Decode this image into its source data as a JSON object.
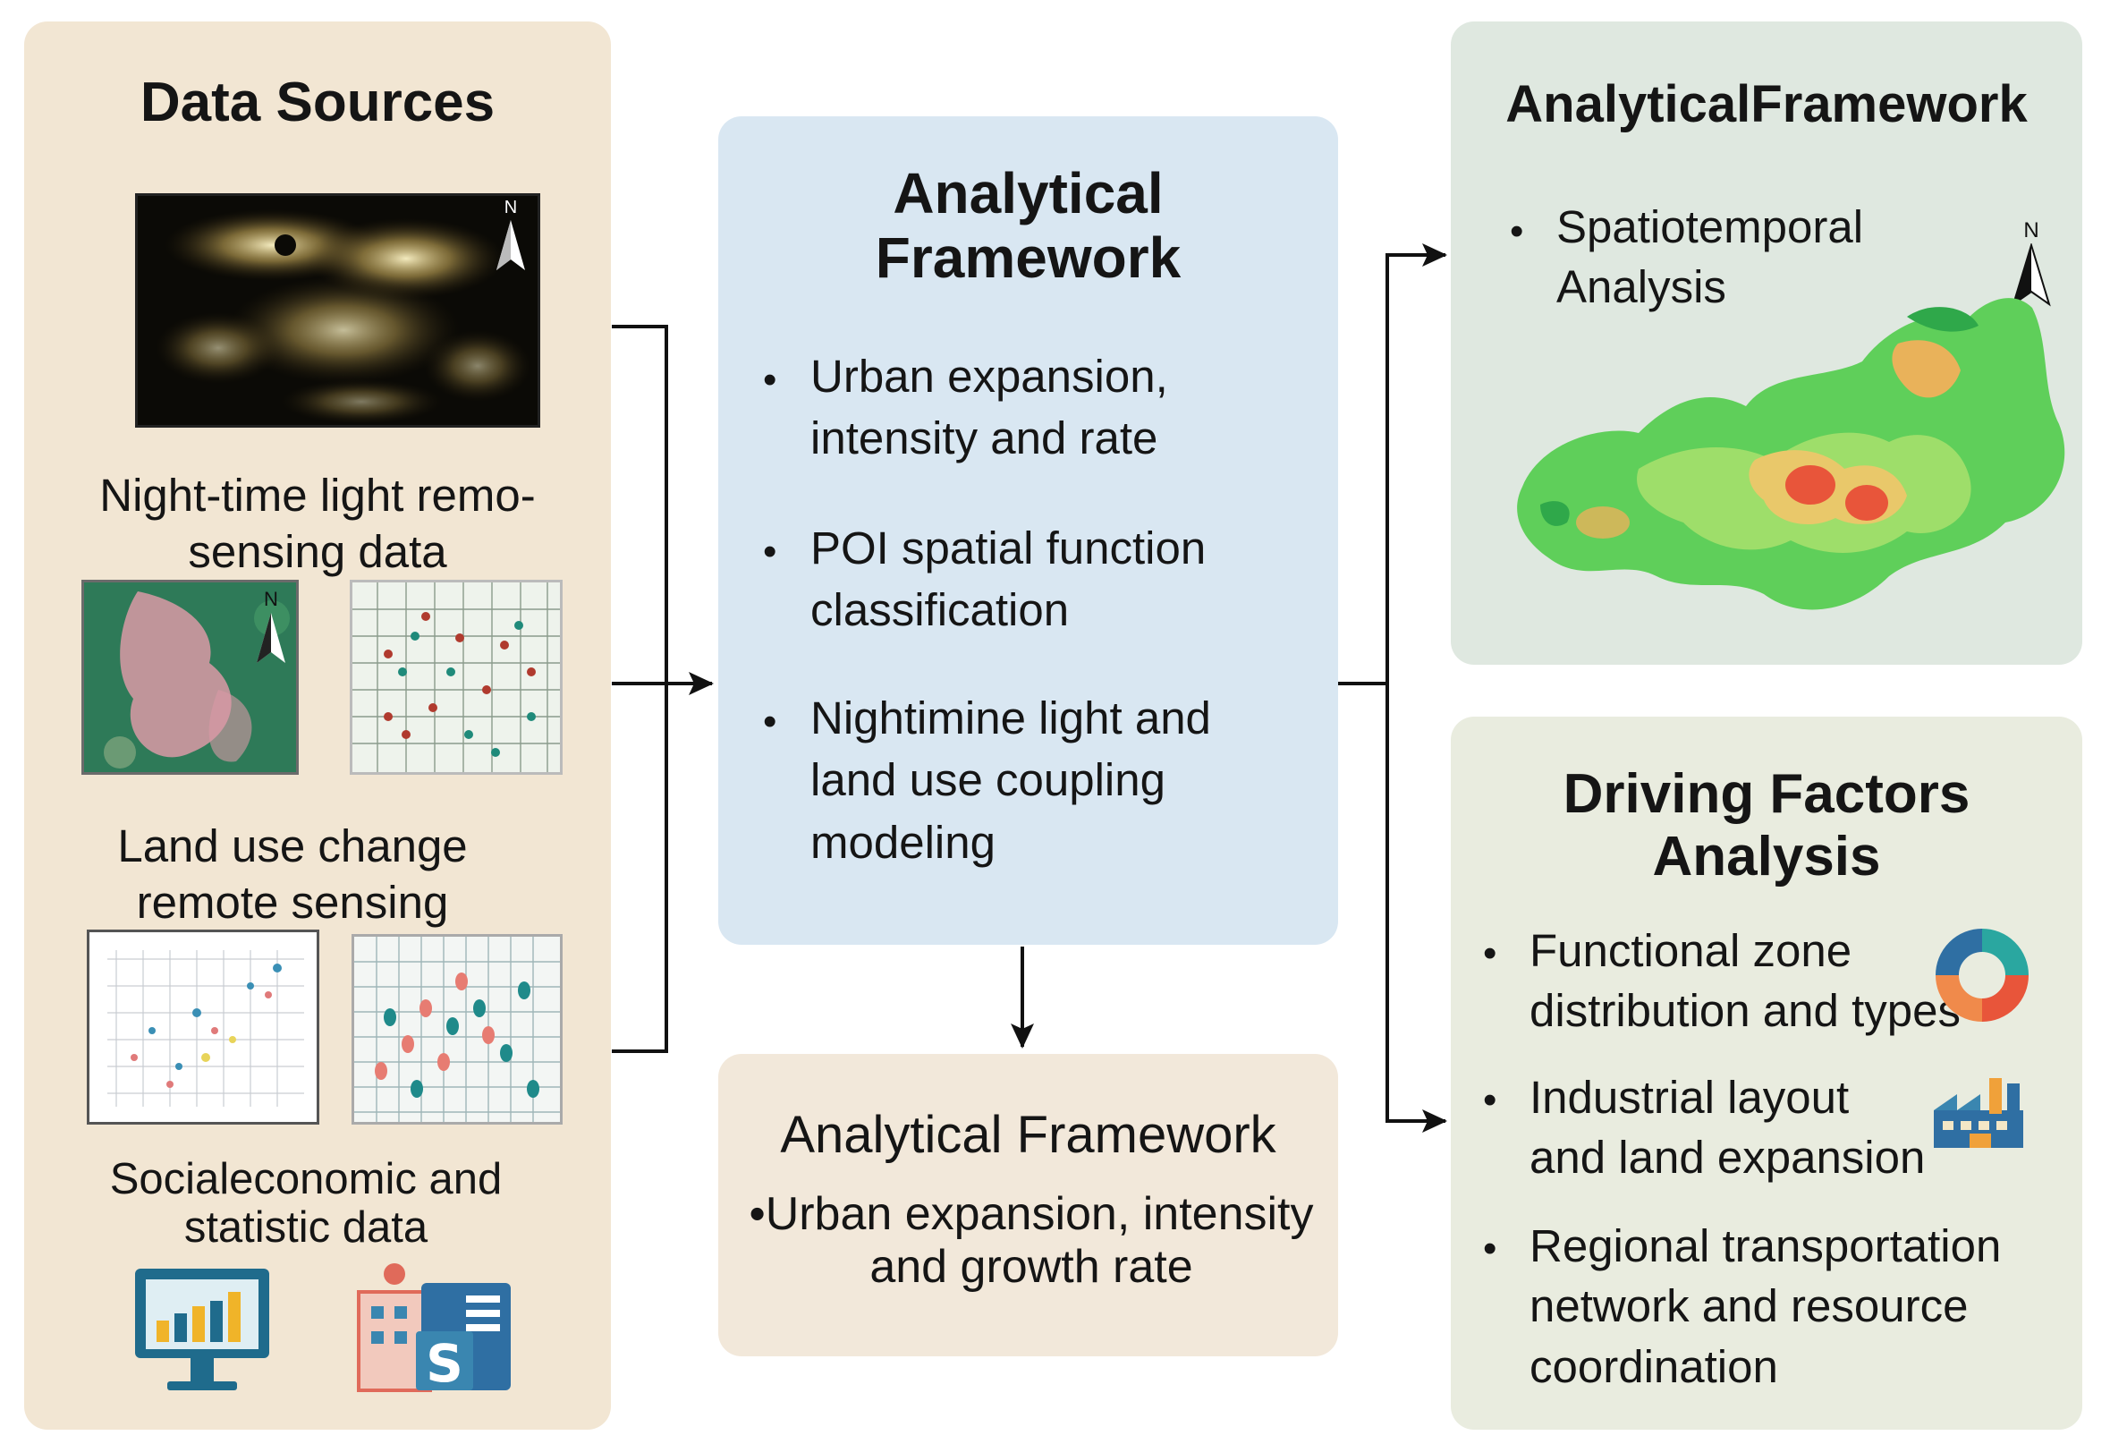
{
  "data_sources": {
    "title": "Data Sources",
    "captions": {
      "night_light": "Night-time light remo-\nsensing data",
      "land_use": "Land use change\nremote sensing",
      "socio": "Socialeconomic and\nstatistic data"
    },
    "north_label": "N"
  },
  "center_framework": {
    "title": "Analytical\nFramework",
    "items": [
      "Urban expansion,\nintensity and rate",
      "POI spatial function\nclassification",
      "Nightimine light and\nland use coupling\nmodeling"
    ]
  },
  "bottom_framework": {
    "title": "Analytical Framework",
    "text": "•Urban expansion, intensity\nand growth rate"
  },
  "spatial_framework": {
    "title": "AnalyticalFramework",
    "items": [
      "Spatiotemporal\nAnalysis"
    ],
    "north_label": "N"
  },
  "driving_factors": {
    "title": "Driving Factors\nAnalysis",
    "items": [
      "Functional zone\ndistribution and types",
      "Industrial layout\nand land expansion",
      "Regional transportation\nnetwork and resource\ncoordination"
    ]
  },
  "colors": {
    "sources_bg": "#f2e6d3",
    "center_bg": "#d9e7f2",
    "bottom_bg": "#f2e8da",
    "spatial_bg": "#dfe8e0",
    "driving_bg": "#e9ecdf",
    "arrow": "#111111"
  },
  "icons": [
    "north-arrow-icon",
    "monitor-chart-icon",
    "statistics-building-icon",
    "donut-chart-icon",
    "factory-icon"
  ]
}
